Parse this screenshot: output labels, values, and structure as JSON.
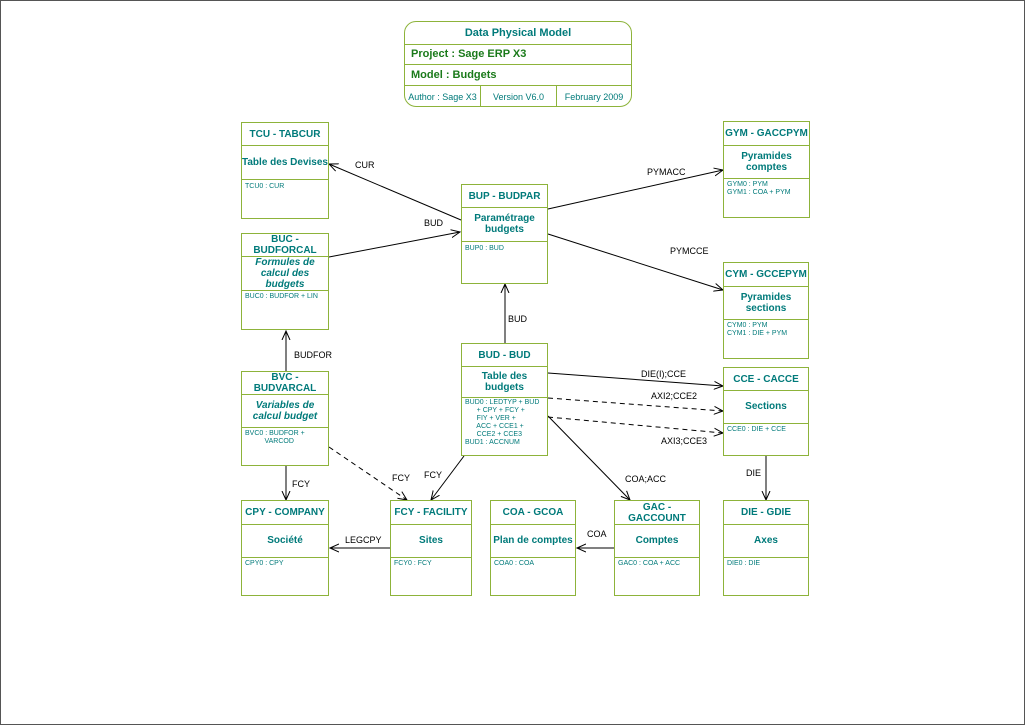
{
  "title_block": {
    "title": "Data Physical Model",
    "project": "Project : Sage ERP X3",
    "model": "Model   : Budgets",
    "author": "Author : Sage X3",
    "version": "Version V6.0",
    "date": "February 2009"
  },
  "entities": {
    "tcu": {
      "header": "TCU - TABCUR",
      "desc": "Table des Devises",
      "keys": "TCU0 : CUR"
    },
    "bup": {
      "header": "BUP - BUDPAR",
      "desc": "Paramétrage budgets",
      "keys": "BUP0 : BUD"
    },
    "gym": {
      "header": "GYM - GACCPYM",
      "desc": "Pyramides comptes",
      "keys": "GYM0 : PYM\nGYM1 : COA + PYM"
    },
    "buc": {
      "header": "BUC - BUDFORCAL",
      "desc": "Formules de calcul des budgets",
      "keys": "BUC0 : BUDFOR + LIN"
    },
    "cym": {
      "header": "CYM - GCCEPYM",
      "desc": "Pyramides sections",
      "keys": "CYM0 : PYM\nCYM1 : DIE + PYM"
    },
    "bud": {
      "header": "BUD - BUD",
      "desc": "Table des budgets",
      "keys": "BUD0 : LEDTYP + BUD\n      + CPY + FCY +\n      FIY + VER +\n      ACC + CCE1 +\n      CCE2 + CCE3\nBUD1 : ACCNUM"
    },
    "bvc": {
      "header": "BVC - BUDVARCAL",
      "desc": "Variables de calcul budget",
      "keys": "BVC0 : BUDFOR +\n          VARCOD"
    },
    "cce": {
      "header": "CCE - CACCE",
      "desc": "Sections",
      "keys": "CCE0 : DIE + CCE"
    },
    "cpy": {
      "header": "CPY - COMPANY",
      "desc": "Société",
      "keys": "CPY0 : CPY"
    },
    "fcy": {
      "header": "FCY - FACILITY",
      "desc": "Sites",
      "keys": "FCY0 : FCY"
    },
    "coa": {
      "header": "COA - GCOA",
      "desc": "Plan de comptes",
      "keys": "COA0 : COA"
    },
    "gac": {
      "header": "GAC - GACCOUNT",
      "desc": "Comptes",
      "keys": "GAC0 : COA + ACC"
    },
    "die": {
      "header": "DIE - GDIE",
      "desc": "Axes",
      "keys": "DIE0 : DIE"
    }
  },
  "links": {
    "cur": "CUR",
    "bud": "BUD",
    "pymacc": "PYMACC",
    "pymcce": "PYMCCE",
    "bud2": "BUD",
    "budfor": "BUDFOR",
    "die_cce": "DIE(I);CCE",
    "axi2": "AXI2;CCE2",
    "axi3": "AXI3;CCE3",
    "fcy1": "FCY",
    "fcy2": "FCY",
    "fcy3": "FCY",
    "coa_acc": "COA;ACC",
    "legcpy": "LEGCPY",
    "coa": "COA",
    "die": "DIE"
  }
}
